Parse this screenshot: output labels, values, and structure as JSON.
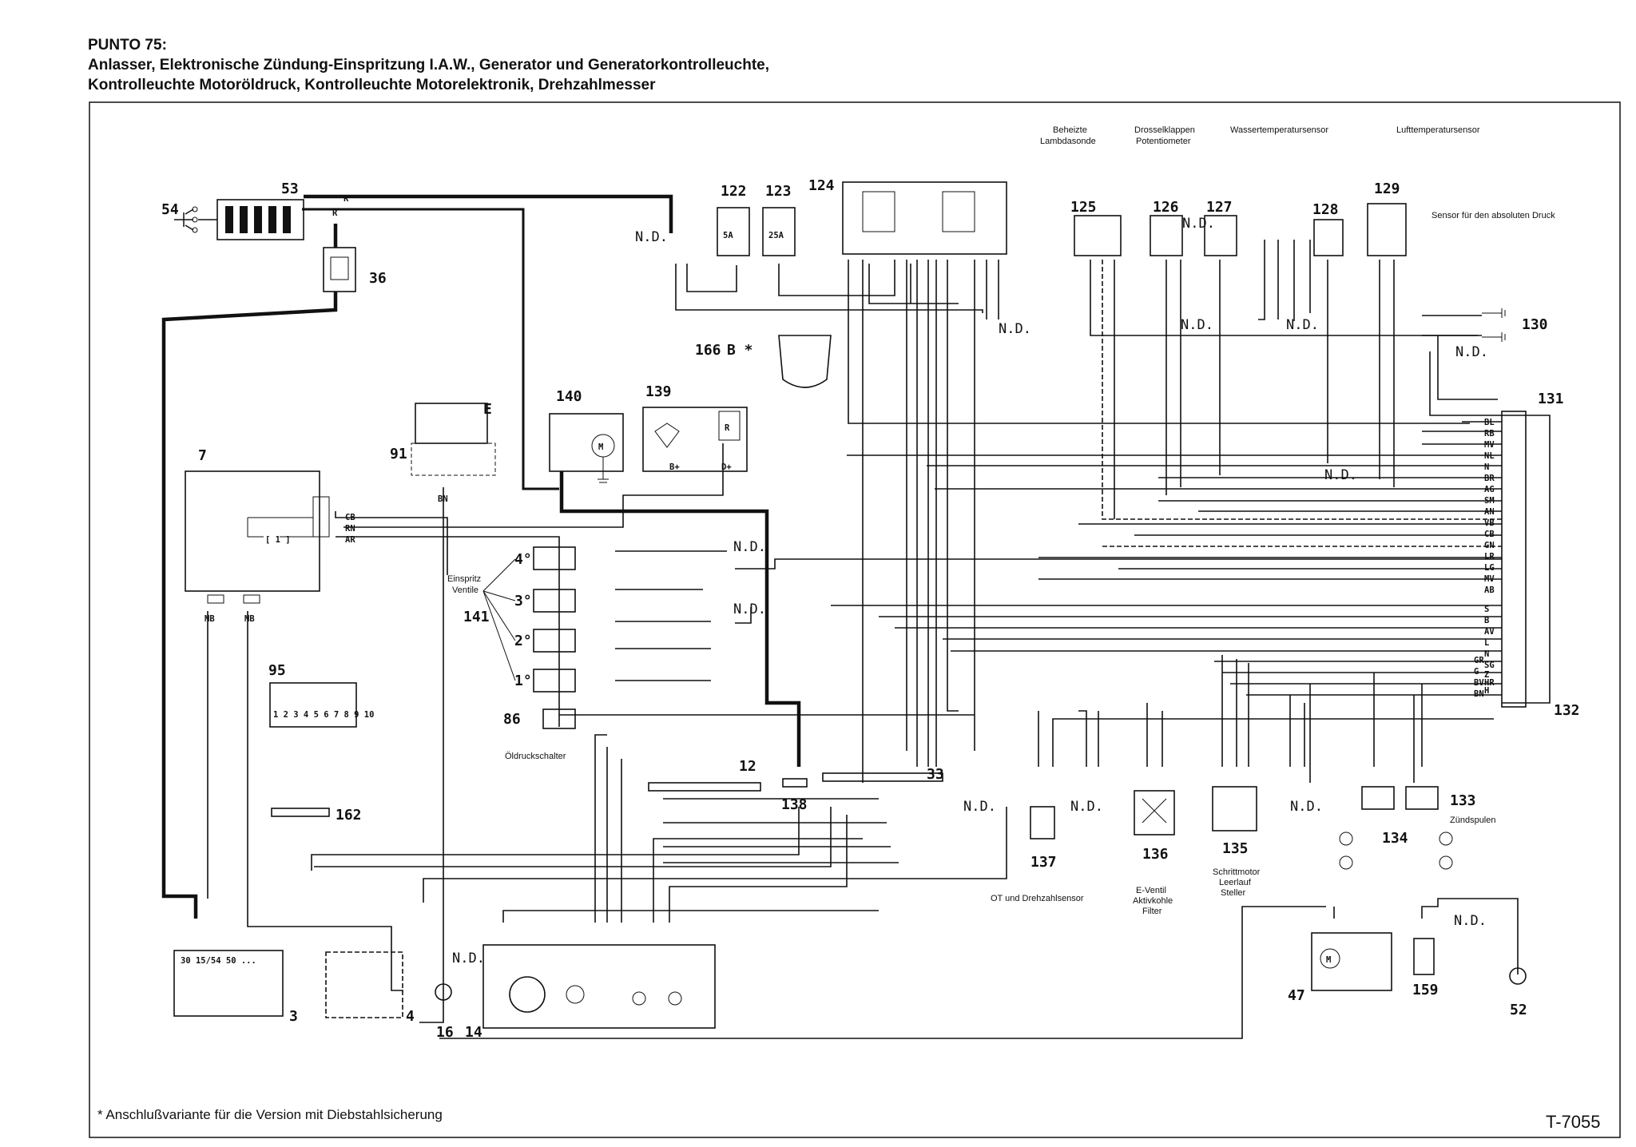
{
  "header": {
    "line1": "PUNTO 75:",
    "line2": "Anlasser, Elektronische Zündung-Einspritzung I.A.W., Generator und Generatorkontrolleuchte,",
    "line3": "Kontrolleuchte Motoröldruck, Kontrolleuchte Motorelektronik, Drehzahlmesser"
  },
  "footnote": "* Anschlußvariante für die Version mit Diebstahlsicherung",
  "drawing_code": "T-7055",
  "components": [
    {
      "id": "c53",
      "num": "53"
    },
    {
      "id": "c54",
      "num": "54"
    },
    {
      "id": "c36",
      "num": "36"
    },
    {
      "id": "c7",
      "num": "7"
    },
    {
      "id": "c91",
      "num": "91"
    },
    {
      "id": "c140",
      "num": "140"
    },
    {
      "id": "c139",
      "num": "139"
    },
    {
      "id": "c95",
      "num": "95"
    },
    {
      "id": "c162",
      "num": "162"
    },
    {
      "id": "c86",
      "num": "86"
    },
    {
      "id": "c141",
      "num": "141"
    },
    {
      "id": "c12",
      "num": "12"
    },
    {
      "id": "c138",
      "num": "138"
    },
    {
      "id": "c33",
      "num": "33"
    },
    {
      "id": "c3",
      "num": "3"
    },
    {
      "id": "c4",
      "num": "4"
    },
    {
      "id": "c16",
      "num": "16"
    },
    {
      "id": "c14",
      "num": "14"
    },
    {
      "id": "c122",
      "num": "122"
    },
    {
      "id": "c123",
      "num": "123"
    },
    {
      "id": "c124",
      "num": "124"
    },
    {
      "id": "c166",
      "num": "166"
    },
    {
      "id": "c125",
      "num": "125"
    },
    {
      "id": "c126",
      "num": "126"
    },
    {
      "id": "c127",
      "num": "127"
    },
    {
      "id": "c128",
      "num": "128"
    },
    {
      "id": "c129",
      "num": "129"
    },
    {
      "id": "c130",
      "num": "130"
    },
    {
      "id": "c131",
      "num": "131"
    },
    {
      "id": "c132",
      "num": "132"
    },
    {
      "id": "c137",
      "num": "137"
    },
    {
      "id": "c136",
      "num": "136"
    },
    {
      "id": "c135",
      "num": "135"
    },
    {
      "id": "c134",
      "num": "134"
    },
    {
      "id": "c133",
      "num": "133"
    },
    {
      "id": "c47",
      "num": "47"
    },
    {
      "id": "c159",
      "num": "159"
    },
    {
      "id": "c52",
      "num": "52"
    }
  ],
  "labels": {
    "beheizte": "Beheizte",
    "lambdasonde": "Lambdasonde",
    "drosselklappen": "Drosselklappen",
    "potentiometer": "Potentiometer",
    "wassertemp": "Wassertemperatursensor",
    "lufttemp": "Lufttemperatursensor",
    "absdruck": "Sensor für den absoluten Druck",
    "einspritz1": "Einspritz",
    "einspritz2": "Ventile",
    "oeldruck": "Öldruckschalter",
    "ot": "OT und Drehzahlsensor",
    "eventil1": "E-Ventil",
    "eventil2": "Aktivkohle",
    "eventil3": "Filter",
    "schritt1": "Schrittmotor",
    "schritt2": "Leerlauf",
    "schritt3": "Steller",
    "zuend": "Zündspulen",
    "nd": "N.D."
  },
  "ecu_wires": [
    "BL",
    "RB",
    "MV",
    "NL",
    "N",
    "BR",
    "AG",
    "SM",
    "AN",
    "VB",
    "CB",
    "GN",
    "LR",
    "LG",
    "MV",
    "AB",
    "S",
    "B",
    "AV",
    "L",
    "N",
    "SG",
    "Z",
    "HR",
    "H",
    "GR",
    "G",
    "BV",
    "BN"
  ],
  "icons": [
    "battery-icon",
    "starter-motor-icon",
    "relay-icon",
    "fuse-icon",
    "injector-icon",
    "sensor-icon",
    "ground-icon",
    "lamp-icon",
    "gauge-icon",
    "ignition-coil-icon",
    "spark-plug-icon",
    "pump-motor-icon"
  ]
}
